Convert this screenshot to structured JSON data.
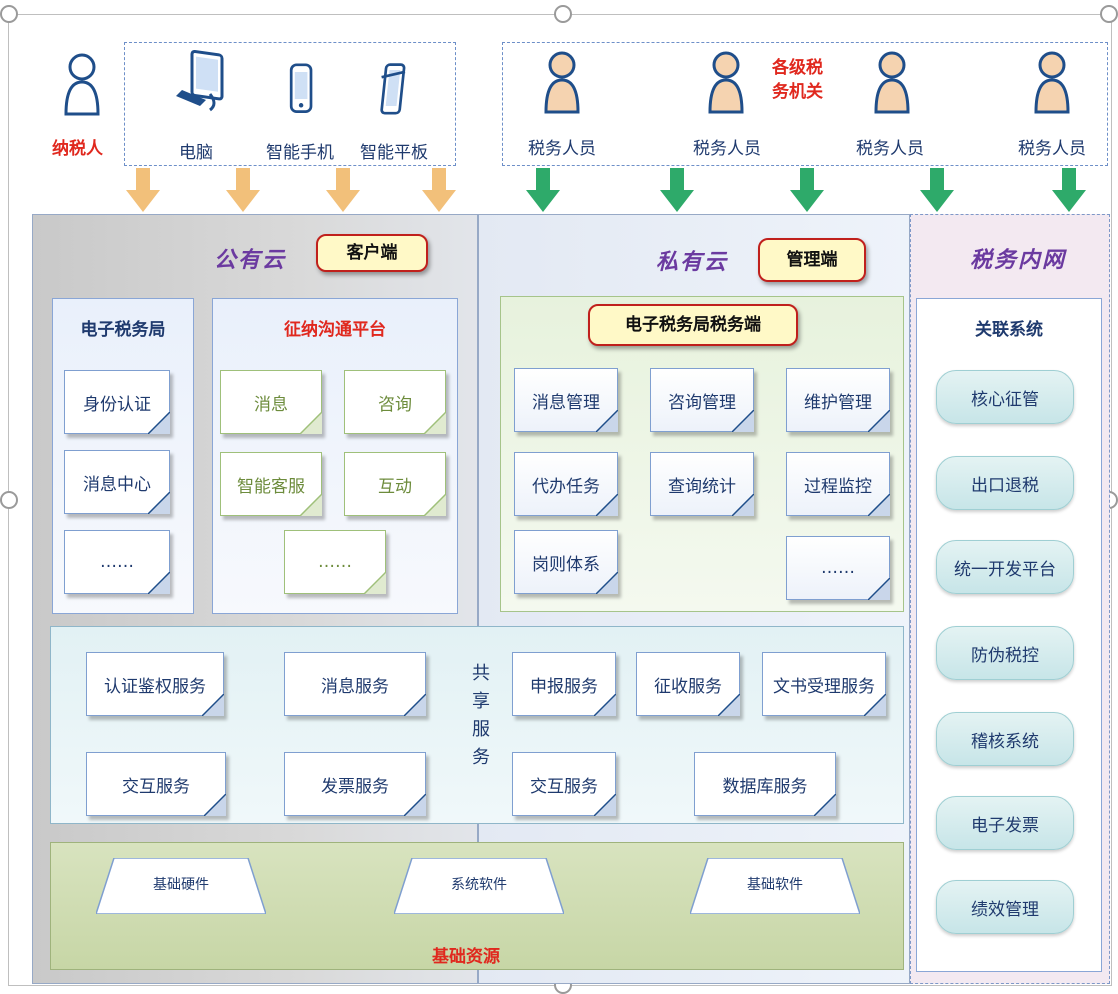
{
  "top": {
    "taxpayer_label": "纳税人",
    "devices": [
      "电脑",
      "智能手机",
      "智能平板"
    ],
    "tax_authority_label": "各级税\n务机关",
    "tax_staff": [
      "税务人员",
      "税务人员",
      "税务人员",
      "税务人员"
    ]
  },
  "public_cloud": {
    "title": "公有云",
    "pill": "客户端",
    "etax_bureau": {
      "title": "电子税务局",
      "items": [
        "身份认证",
        "消息中心",
        "……"
      ]
    },
    "comm_platform": {
      "title": "征纳沟通平台",
      "items": [
        "消息",
        "咨询",
        "智能客服",
        "互动",
        "……"
      ]
    }
  },
  "private_cloud": {
    "title": "私有云",
    "pill": "管理端",
    "etax_tax_side": {
      "title": "电子税务局税务端",
      "items": [
        "消息管理",
        "咨询管理",
        "维护管理",
        "代办任务",
        "查询统计",
        "过程监控",
        "岗则体系",
        "……"
      ]
    }
  },
  "shared_services": {
    "label": [
      "共",
      "享",
      "服",
      "务"
    ],
    "items": [
      "认证鉴权服务",
      "消息服务",
      "申报服务",
      "征收服务",
      "文书受理服务",
      "交互服务",
      "发票服务",
      "交互服务",
      "数据库服务"
    ]
  },
  "base_resources": {
    "title": "基础资源",
    "items": [
      "基础硬件",
      "系统软件",
      "基础软件"
    ]
  },
  "tax_intranet": {
    "title": "税务内网",
    "related_title": "关联系统",
    "systems": [
      "核心征管",
      "出口退税",
      "统一开发平台",
      "防伪税控",
      "稽核系统",
      "电子发票",
      "绩效管理"
    ]
  },
  "colors": {
    "accent_red": "#e0281e",
    "title_purple": "#6b3aa0",
    "arrow_orange": "#f2c07a",
    "arrow_green": "#2eaa6a",
    "text_blue": "#1f3a6e"
  }
}
